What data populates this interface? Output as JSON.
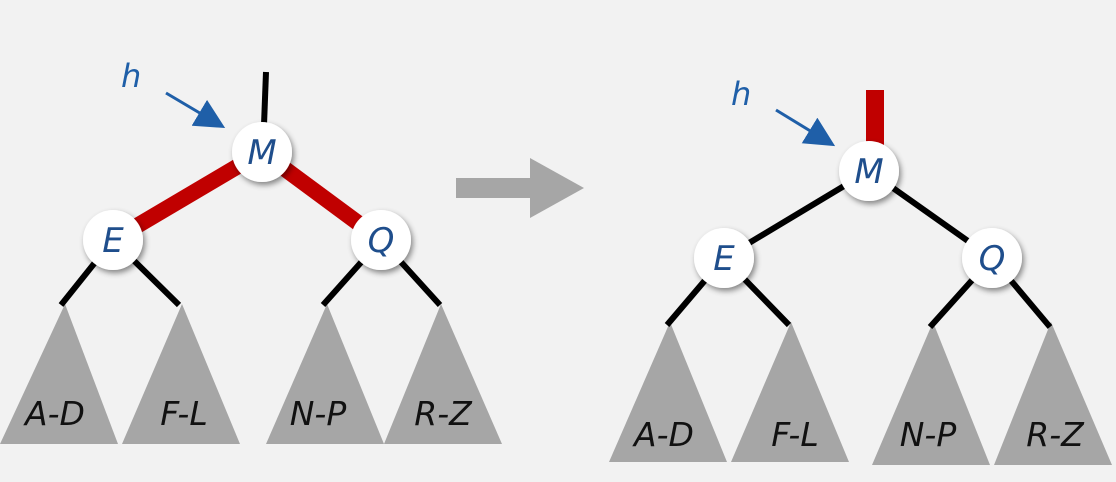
{
  "colors": {
    "background": "#f2f2f2",
    "black_link": "#000000",
    "red_link": "#c00000",
    "node_fill": "#ffffff",
    "node_text": "#1f4e8c",
    "subtree": "#a6a6a6",
    "arrow_gray": "#a6a6a6",
    "pointer_blue": "#1f5fa8"
  },
  "before": {
    "pointer_label": "h",
    "root": "M",
    "left_child": "E",
    "right_child": "Q",
    "subtrees": [
      "A-D",
      "F-L",
      "N-P",
      "R-Z"
    ],
    "parent_link_color": "black",
    "child_link_color": "red"
  },
  "after": {
    "pointer_label": "h",
    "root": "M",
    "left_child": "E",
    "right_child": "Q",
    "subtrees": [
      "A-D",
      "F-L",
      "N-P",
      "R-Z"
    ],
    "parent_link_color": "red",
    "child_link_color": "black"
  },
  "transition_icon": "right-arrow-icon"
}
